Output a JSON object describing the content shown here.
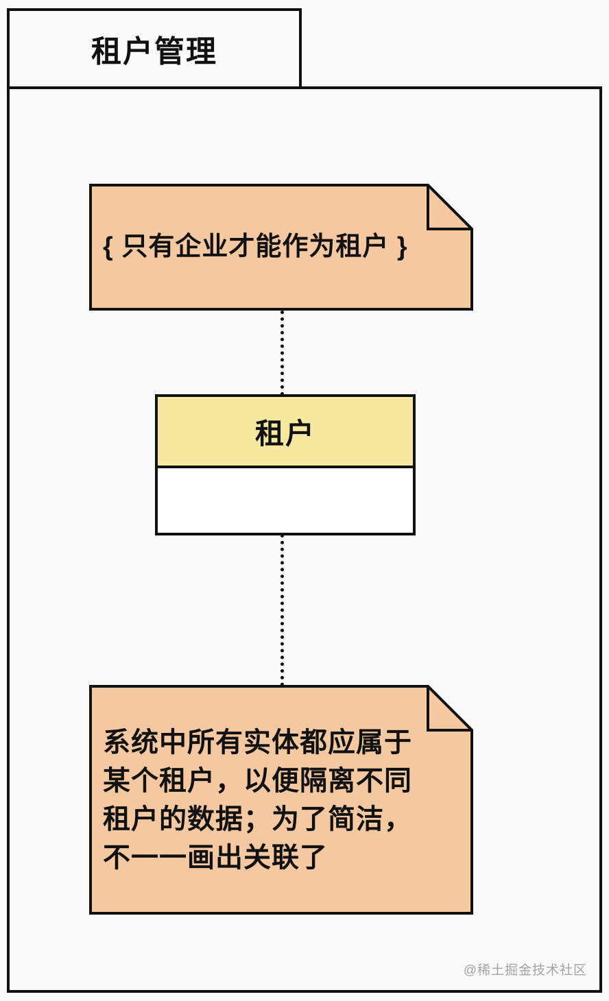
{
  "package": {
    "title": "租户管理"
  },
  "constraint_note": {
    "text": "{ 只有企业才能作为租户 }"
  },
  "class_box": {
    "name": "租户",
    "attributes": []
  },
  "description_note": {
    "text": "系统中所有实体都应属于\n某个租户，以便隔离不同\n租户的数据；为了简洁，\n不一一画出关联了"
  },
  "watermark": {
    "text": "@稀土掘金技术社区"
  },
  "colors": {
    "note_fill": "#f4c9a1",
    "class_header_fill": "#f7e8a0",
    "border": "#111111",
    "background": "#fafafa",
    "watermark_text": "#a3a3a3"
  }
}
